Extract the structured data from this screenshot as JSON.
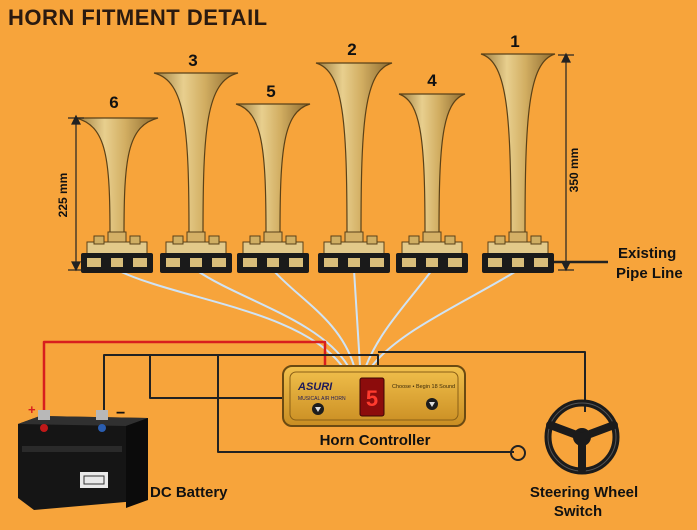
{
  "title": "HORN FITMENT DETAIL",
  "horns": [
    {
      "label": "1"
    },
    {
      "label": "2"
    },
    {
      "label": "3"
    },
    {
      "label": "4"
    },
    {
      "label": "5"
    },
    {
      "label": "6"
    }
  ],
  "dimensions": {
    "short": "225 mm",
    "tall": "350 mm"
  },
  "labels": {
    "existing_pipe_line": [
      "Existing",
      "Pipe Line"
    ],
    "horn_controller": "Horn Controller",
    "dc_battery": "DC Battery",
    "steering_wheel_switch": [
      "Steering Wheel",
      "Switch"
    ],
    "battery_plus": "+",
    "battery_minus": "−"
  },
  "controller": {
    "brand": "ASURI",
    "brand_sub": "MUSICAL AIR HORN",
    "display_digit": "5",
    "panel_text": "Choose • Begin 18 Sound"
  },
  "colors": {
    "background": "#f7a43b",
    "horn_brass": "#d8b56a",
    "wire_red": "#d81e1e",
    "wire_dark": "#222222",
    "tube_light": "#cfe3f5"
  }
}
